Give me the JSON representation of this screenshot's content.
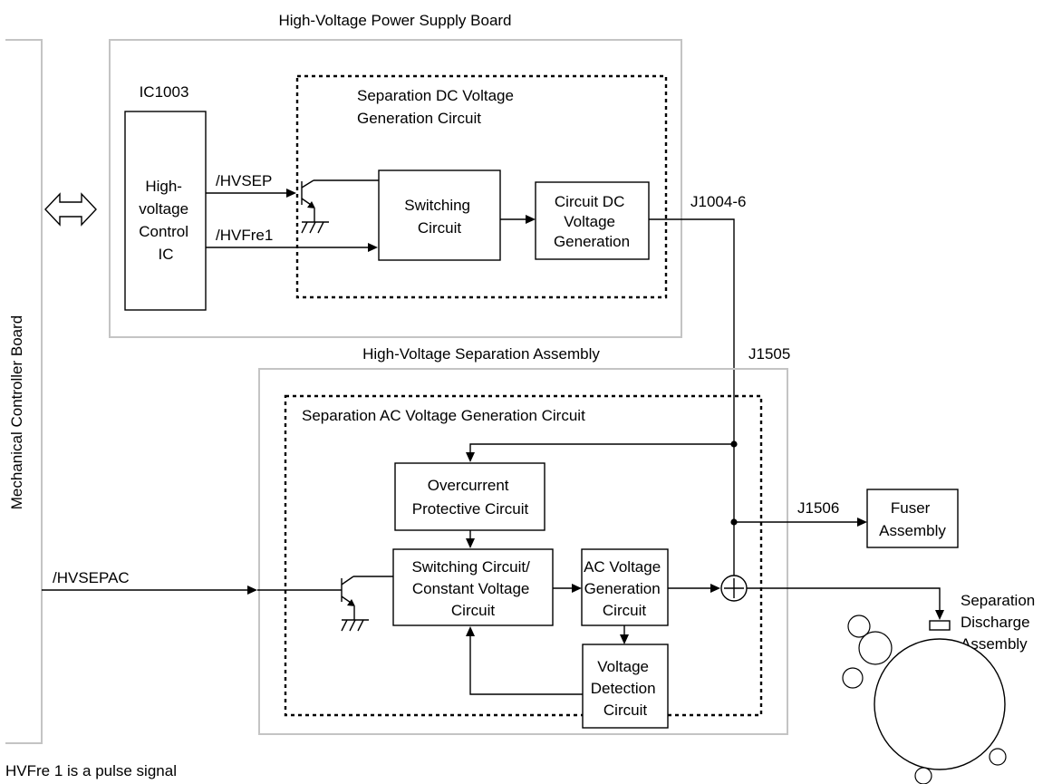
{
  "labels": {
    "hv_power_supply_board": "High-Voltage Power Supply  Board",
    "mechanical_controller_board": "Mechanical Controller Board",
    "hv_separation_assembly": "High-Voltage Separation Assembly",
    "separation_dc_circuit": [
      "Separation DC Voltage",
      "Generation Circuit"
    ],
    "separation_ac_circuit": "Separation AC Voltage Generation Circuit",
    "ic1003": "IC1003",
    "footnote": "HVFre 1 is a pulse signal"
  },
  "blocks": {
    "hv_control_ic": [
      "High-",
      "voltage",
      "Control",
      "IC"
    ],
    "switching_circuit": [
      "Switching",
      "Circuit"
    ],
    "circuit_dc_voltage_generation": [
      "Circuit DC",
      "Voltage",
      "Generation"
    ],
    "overcurrent_protective_circuit": [
      "Overcurrent",
      "Protective Circuit"
    ],
    "switching_constant_voltage": [
      "Switching Circuit/",
      "Constant Voltage",
      "Circuit"
    ],
    "ac_voltage_generation": [
      "AC Voltage",
      "Generation",
      "Circuit"
    ],
    "voltage_detection": [
      "Voltage",
      "Detection",
      "Circuit"
    ],
    "fuser_assembly": [
      "Fuser",
      "Assembly"
    ],
    "separation_discharge_assembly": [
      "Separation",
      "Discharge",
      "Assembly"
    ]
  },
  "signals": {
    "hvsep": "/HVSEP",
    "hvfre1": "/HVFre1",
    "hvsepac": "/HVSEPAC"
  },
  "connectors": {
    "j1004_6": "J1004-6",
    "j1505": "J1505",
    "j1506": "J1506"
  }
}
